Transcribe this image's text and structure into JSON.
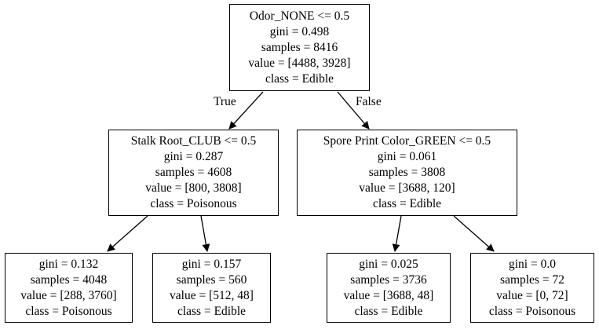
{
  "tree": {
    "nodes": [
      {
        "id": "root",
        "lines": [
          "Odor_NONE <= 0.5",
          "gini = 0.498",
          "samples = 8416",
          "value = [4488, 3928]",
          "class = Edible"
        ]
      },
      {
        "id": "left",
        "lines": [
          "Stalk Root_CLUB <= 0.5",
          "gini = 0.287",
          "samples = 4608",
          "value = [800, 3808]",
          "class = Poisonous"
        ]
      },
      {
        "id": "right",
        "lines": [
          "Spore Print Color_GREEN <= 0.5",
          "gini = 0.061",
          "samples = 3808",
          "value = [3688, 120]",
          "class = Edible"
        ]
      },
      {
        "id": "leaf1",
        "lines": [
          "gini = 0.132",
          "samples = 4048",
          "value = [288, 3760]",
          "class = Poisonous"
        ]
      },
      {
        "id": "leaf2",
        "lines": [
          "gini = 0.157",
          "samples = 560",
          "value = [512, 48]",
          "class = Edible"
        ]
      },
      {
        "id": "leaf3",
        "lines": [
          "gini = 0.025",
          "samples = 3736",
          "value = [3688, 48]",
          "class = Edible"
        ]
      },
      {
        "id": "leaf4",
        "lines": [
          "gini = 0.0",
          "samples = 72",
          "value = [0, 72]",
          "class = Poisonous"
        ]
      }
    ],
    "edges": [
      {
        "from": "root",
        "to": "left",
        "label": "True"
      },
      {
        "from": "root",
        "to": "right",
        "label": "False"
      },
      {
        "from": "left",
        "to": "leaf1",
        "label": ""
      },
      {
        "from": "left",
        "to": "leaf2",
        "label": ""
      },
      {
        "from": "right",
        "to": "leaf3",
        "label": ""
      },
      {
        "from": "right",
        "to": "leaf4",
        "label": ""
      }
    ]
  }
}
